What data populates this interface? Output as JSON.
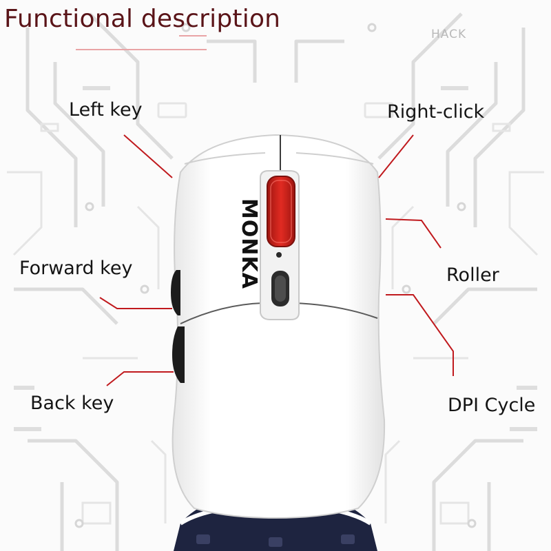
{
  "title": "Functional description",
  "labels": {
    "left_key": "Left key",
    "right_click": "Right-click",
    "forward_key": "Forward key",
    "roller": "Roller",
    "back_key": "Back key",
    "dpi_cycle": "DPI Cycle"
  },
  "brand": "MONKA",
  "background_text": "HACK",
  "colors": {
    "title": "#5a1418",
    "leader_line": "#c0191d",
    "scroll_wheel": "#d8261d",
    "mouse_body": "#ffffff",
    "background_circuit": "#dcdcdc"
  }
}
